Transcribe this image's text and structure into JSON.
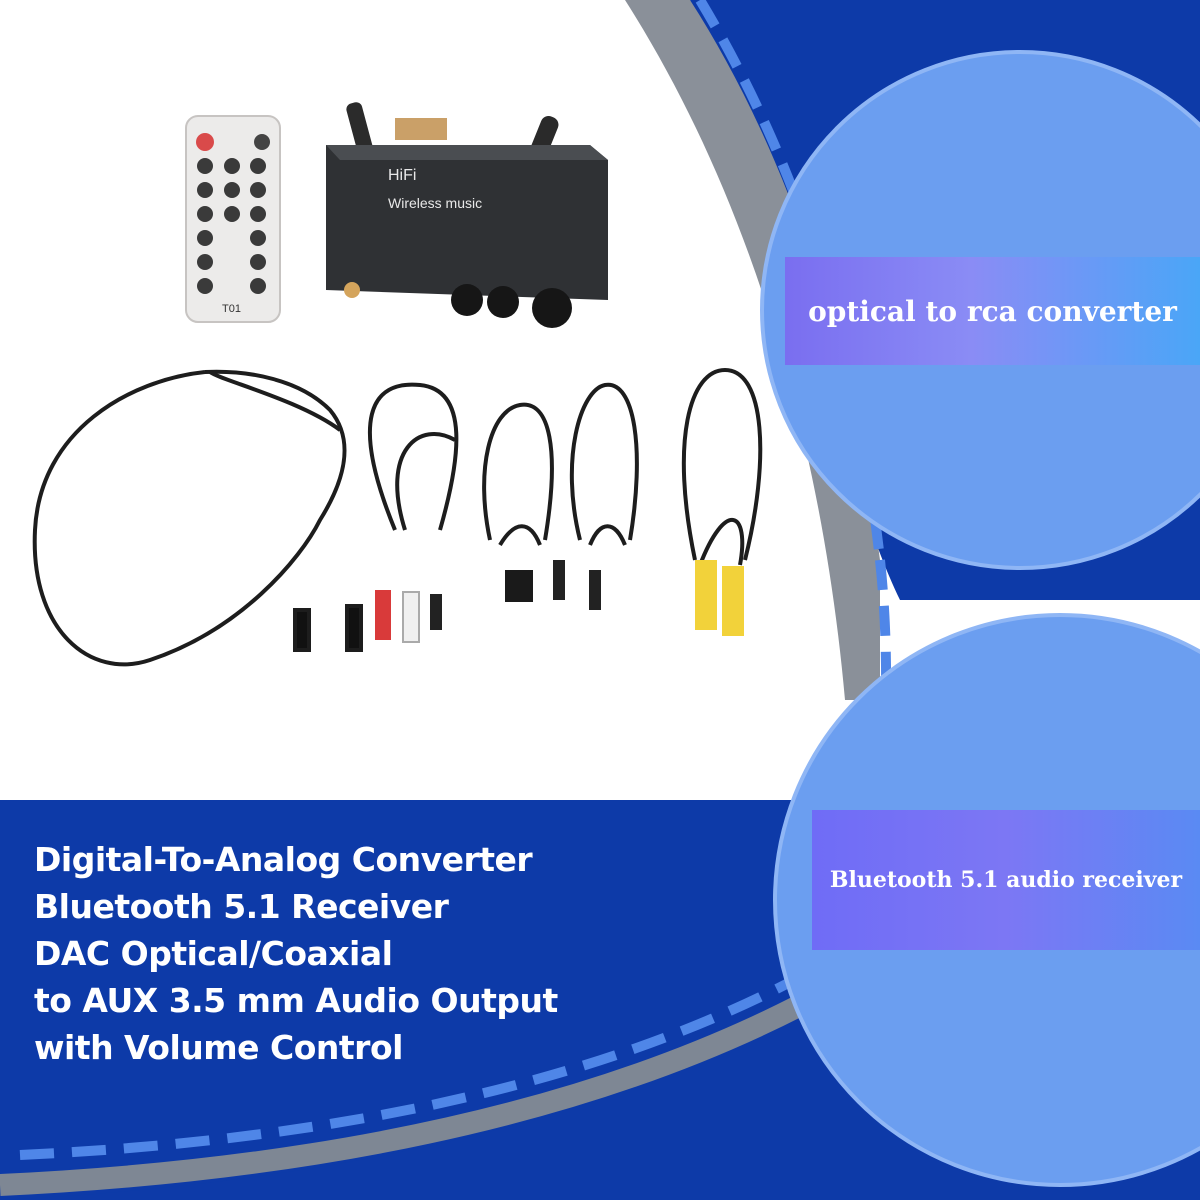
{
  "headline": {
    "lines": [
      "Digital-To-Analog Converter",
      "Bluetooth 5.1 Receiver",
      "DAC Optical/Coaxial",
      "to AUX 3.5 mm Audio Output",
      "with Volume Control"
    ]
  },
  "callouts": {
    "top": "optical to rca converter",
    "bottom": "Bluetooth 5.1 audio receiver"
  },
  "device": {
    "brand": "HiFi",
    "subtitle": "Wireless music"
  },
  "remote": {
    "model": "T01"
  },
  "colors": {
    "navy": "#0d3aa8",
    "circle_blue": "#6b9ef0",
    "ring_gray": "#8a9099",
    "dash_blue": "#4f86e8",
    "callout_purple": "#7a6ef0"
  }
}
